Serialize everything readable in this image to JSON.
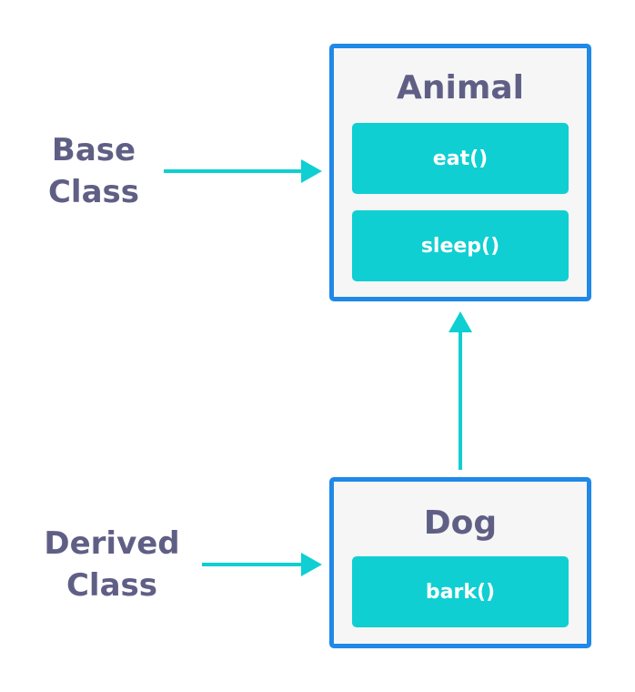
{
  "labels": {
    "base": [
      "Base",
      "Class"
    ],
    "derived": [
      "Derived",
      "Class"
    ]
  },
  "classes": {
    "base": {
      "name": "Animal",
      "methods": [
        "eat()",
        "sleep()"
      ]
    },
    "derived": {
      "name": "Dog",
      "methods": [
        "bark()"
      ]
    }
  },
  "colors": {
    "box_border": "#1f88e8",
    "method_fill": "#0fcfd2",
    "arrow": "#0fcfd2",
    "label_text": "#5f5f86"
  }
}
